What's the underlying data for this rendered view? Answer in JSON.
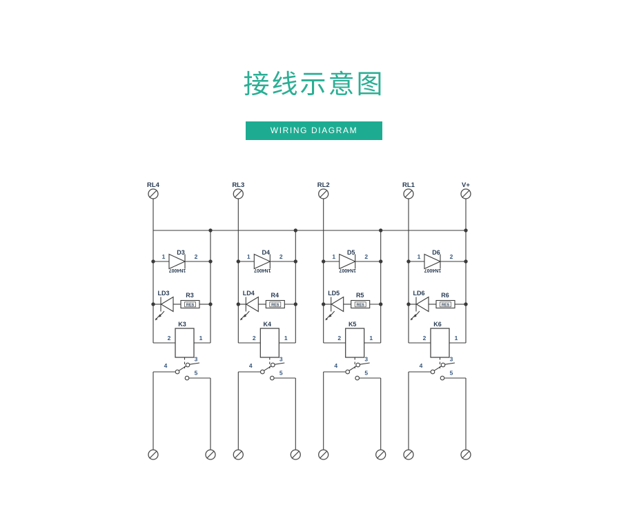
{
  "header": {
    "title": "接线示意图",
    "subtitle": "WIRING DIAGRAM"
  },
  "colors": {
    "accent": "#2bae94",
    "banner": "#1dac92",
    "wire": "#3a3a3a",
    "component_label": "#273a52",
    "pin_label": "#35567d",
    "background": "#ffffff"
  },
  "schematic": {
    "top_terminals": [
      {
        "label": "RL4"
      },
      {
        "label": "RL3"
      },
      {
        "label": "RL2"
      },
      {
        "label": "RL1"
      },
      {
        "label": "V+"
      }
    ],
    "channels": [
      {
        "diode": "D3",
        "diode_part": "1N4007",
        "pin_anode": "1",
        "pin_cathode": "2",
        "led": "LD3",
        "resistor": "R3",
        "resistor_part": "RES",
        "relay": "K3",
        "relay_pin_left": "2",
        "relay_pin_right": "1",
        "pin_no": "3",
        "pin_com": "4",
        "pin_nc": "5"
      },
      {
        "diode": "D4",
        "diode_part": "1N4007",
        "pin_anode": "1",
        "pin_cathode": "2",
        "led": "LD4",
        "resistor": "R4",
        "resistor_part": "RES",
        "relay": "K4",
        "relay_pin_left": "2",
        "relay_pin_right": "1",
        "pin_no": "3",
        "pin_com": "4",
        "pin_nc": "5"
      },
      {
        "diode": "D5",
        "diode_part": "1N4007",
        "pin_anode": "1",
        "pin_cathode": "2",
        "led": "LD5",
        "resistor": "R5",
        "resistor_part": "RES",
        "relay": "K5",
        "relay_pin_left": "2",
        "relay_pin_right": "1",
        "pin_no": "3",
        "pin_com": "4",
        "pin_nc": "5"
      },
      {
        "diode": "D6",
        "diode_part": "1N4007",
        "pin_anode": "1",
        "pin_cathode": "2",
        "led": "LD6",
        "resistor": "R6",
        "resistor_part": "RES",
        "relay": "K6",
        "relay_pin_left": "2",
        "relay_pin_right": "1",
        "pin_no": "3",
        "pin_com": "4",
        "pin_nc": "5"
      }
    ],
    "bottom_terminals_per_channel": 2
  }
}
